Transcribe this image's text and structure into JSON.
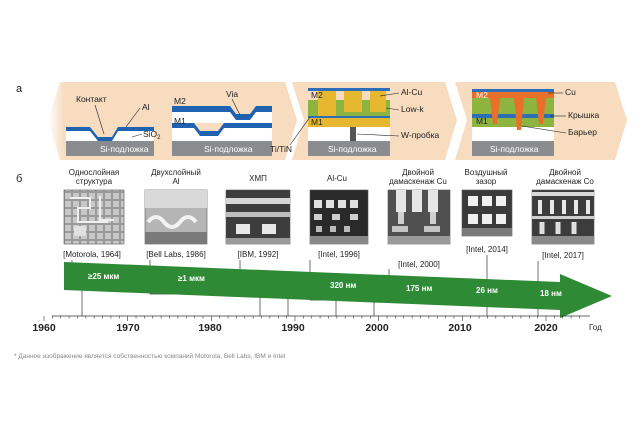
{
  "panel_a": {
    "letter": "а",
    "labels": {
      "contact": "Контакт",
      "al": "Al",
      "sio2": "SiO",
      "sio2_sub": "2",
      "si1": "Si-подложка",
      "m2": "M2",
      "via": "Via",
      "m1": "M1",
      "si2": "Si-подложка",
      "m2b": "M2",
      "m1b": "M1",
      "alcu": "Al-Cu",
      "lowk": "Low-k",
      "wplug": "W-пробка",
      "titin": "Ti/TiN",
      "si3": "Si-подложка",
      "cu": "Cu",
      "m2c": "M2",
      "m1c": "M1",
      "cap": "Крышка",
      "barrier": "Барьер",
      "si4": "Si-подложка"
    }
  },
  "panel_b": {
    "letter": "б",
    "items": [
      {
        "title1": "Однослойная",
        "title2": "структура",
        "credit": "[Motorola, 1964]"
      },
      {
        "title1": "Двухслойный",
        "title2": "Al",
        "credit": "[Bell Labs, 1986]"
      },
      {
        "title1": "ХМП",
        "title2": "",
        "credit": "[IBM, 1992]"
      },
      {
        "title1": "Al-Cu",
        "title2": "",
        "credit": "[Intel, 1996]"
      },
      {
        "title1": "Двойной",
        "title2": "дамаскенаж Cu",
        "credit": "[Intel, 2000]"
      },
      {
        "title1": "Воздушный",
        "title2": "зазор",
        "credit": "[Intel, 2014]"
      },
      {
        "title1": "Двойной",
        "title2": "дамаскенаж Co",
        "credit": "[Intel, 2017]"
      }
    ],
    "arrow_labels": [
      "≥25 мкм",
      "≥1 мкм",
      "320 нм",
      "175 нм",
      "26 нм",
      "18 нм"
    ],
    "years": [
      "1960",
      "1970",
      "1980",
      "1990",
      "2000",
      "2010",
      "2020"
    ],
    "axis_unit": "Год"
  },
  "footnote": "* Данное изображение является собственностью компаний Motorola, Bell Labs, IBM и Intel",
  "colors": {
    "substrate": "#8a8c8f",
    "blue": "#1f63b0",
    "orange_bg": "#f7dcc0",
    "cu_orange": "#e8702a",
    "lowk_green": "#8db43e",
    "arrow_green": "#2e8a35"
  }
}
